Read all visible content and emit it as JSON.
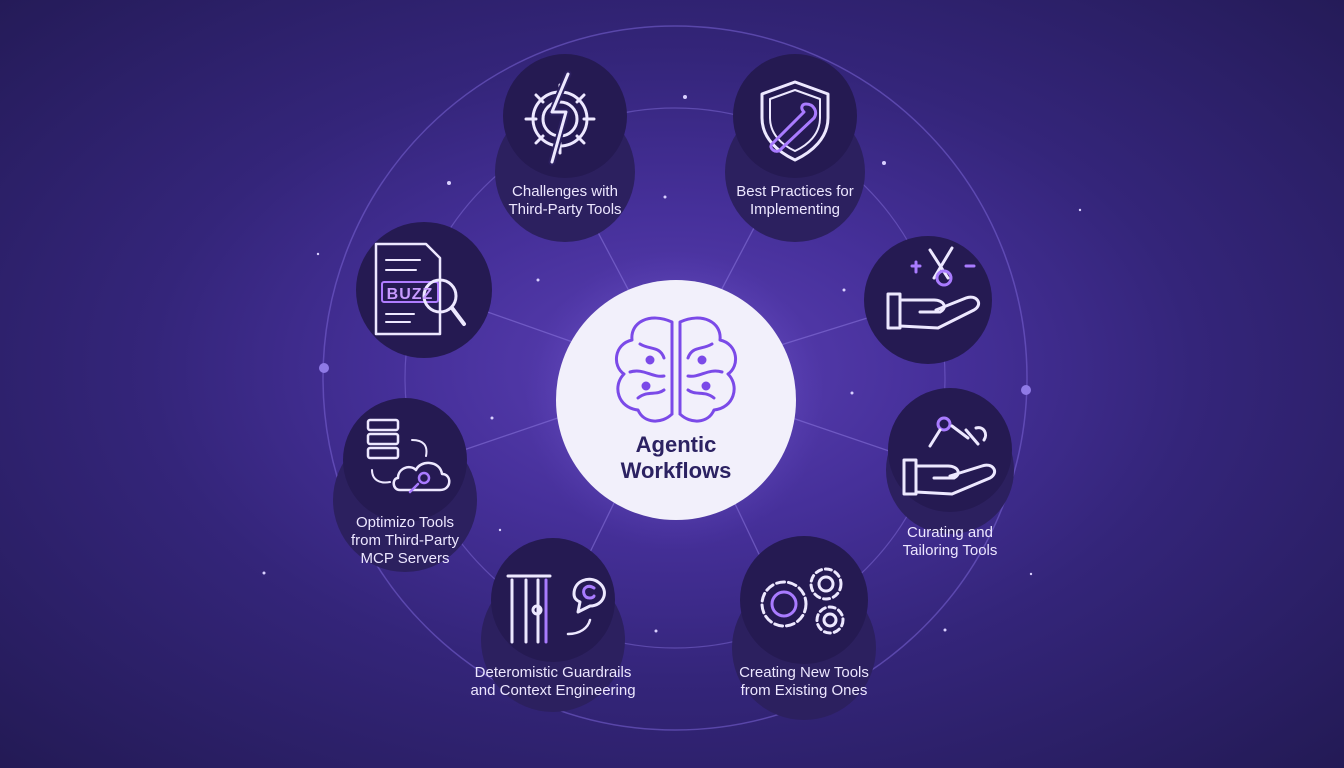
{
  "hub": {
    "title": "Agentic\nWorkflows",
    "icon": "brain-icon"
  },
  "nodes": [
    {
      "label": "Challenges with\nThird-Party Tools",
      "icon": "gear-lightning-icon"
    },
    {
      "label": "Best Practices for\nImplementing",
      "icon": "shield-wrench-icon"
    },
    {
      "label": "",
      "icon": "hand-tools-icon"
    },
    {
      "label": "Curating and\nTailoring Tools",
      "icon": "hand-wrench-gear-icon"
    },
    {
      "label": "Creating New Tools\nfrom Existing Ones",
      "icon": "gears-icon"
    },
    {
      "label": "Deteromistic Guardrails\nand Context Engineering",
      "icon": "barrier-chat-icon"
    },
    {
      "label": "Optimizo Tools\nfrom Third-Party\nMCP Servers",
      "icon": "server-cloud-icon"
    },
    {
      "label": "",
      "icon": "document-search-buzz-icon"
    }
  ],
  "icon_text": {
    "buzz": "BUZZ"
  },
  "colors": {
    "accent": "#9b6bff",
    "icon_stroke": "#e9e3ff",
    "hub_fill": "#f2f0fb",
    "node_fill": "#2b1f5e"
  }
}
